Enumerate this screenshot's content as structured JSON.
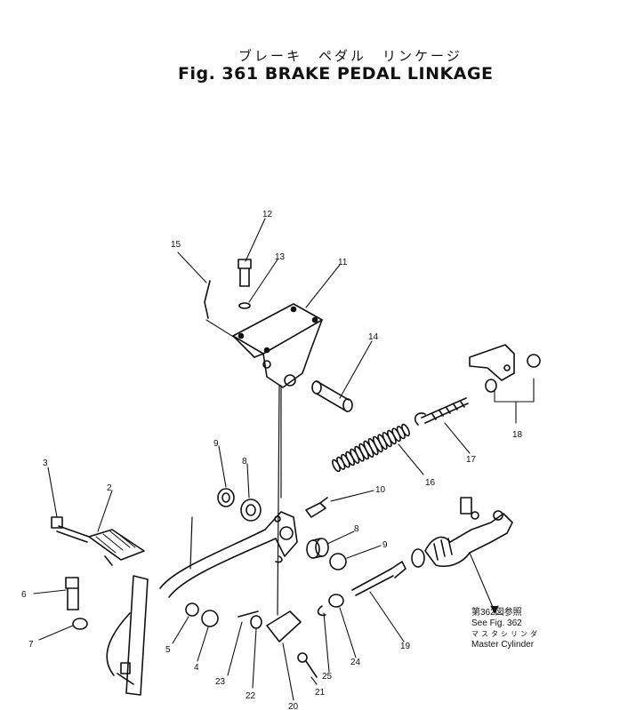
{
  "title": {
    "japanese": "ブレーキ　ペダル　リンケージ",
    "english": "Fig. 361 BRAKE PEDAL LINKAGE"
  },
  "reference_note": {
    "japanese_ref": "第362図参照",
    "see": "See Fig. 362",
    "japanese_name": "マスタシリンダ",
    "name": "Master Cylinder"
  },
  "callouts": [
    "12",
    "13",
    "15",
    "11",
    "14",
    "18",
    "17",
    "16",
    "10",
    "3",
    "2",
    "9",
    "8",
    "8",
    "9",
    "6",
    "7",
    "5",
    "4",
    "23",
    "22",
    "20",
    "21",
    "25",
    "24",
    "19"
  ]
}
